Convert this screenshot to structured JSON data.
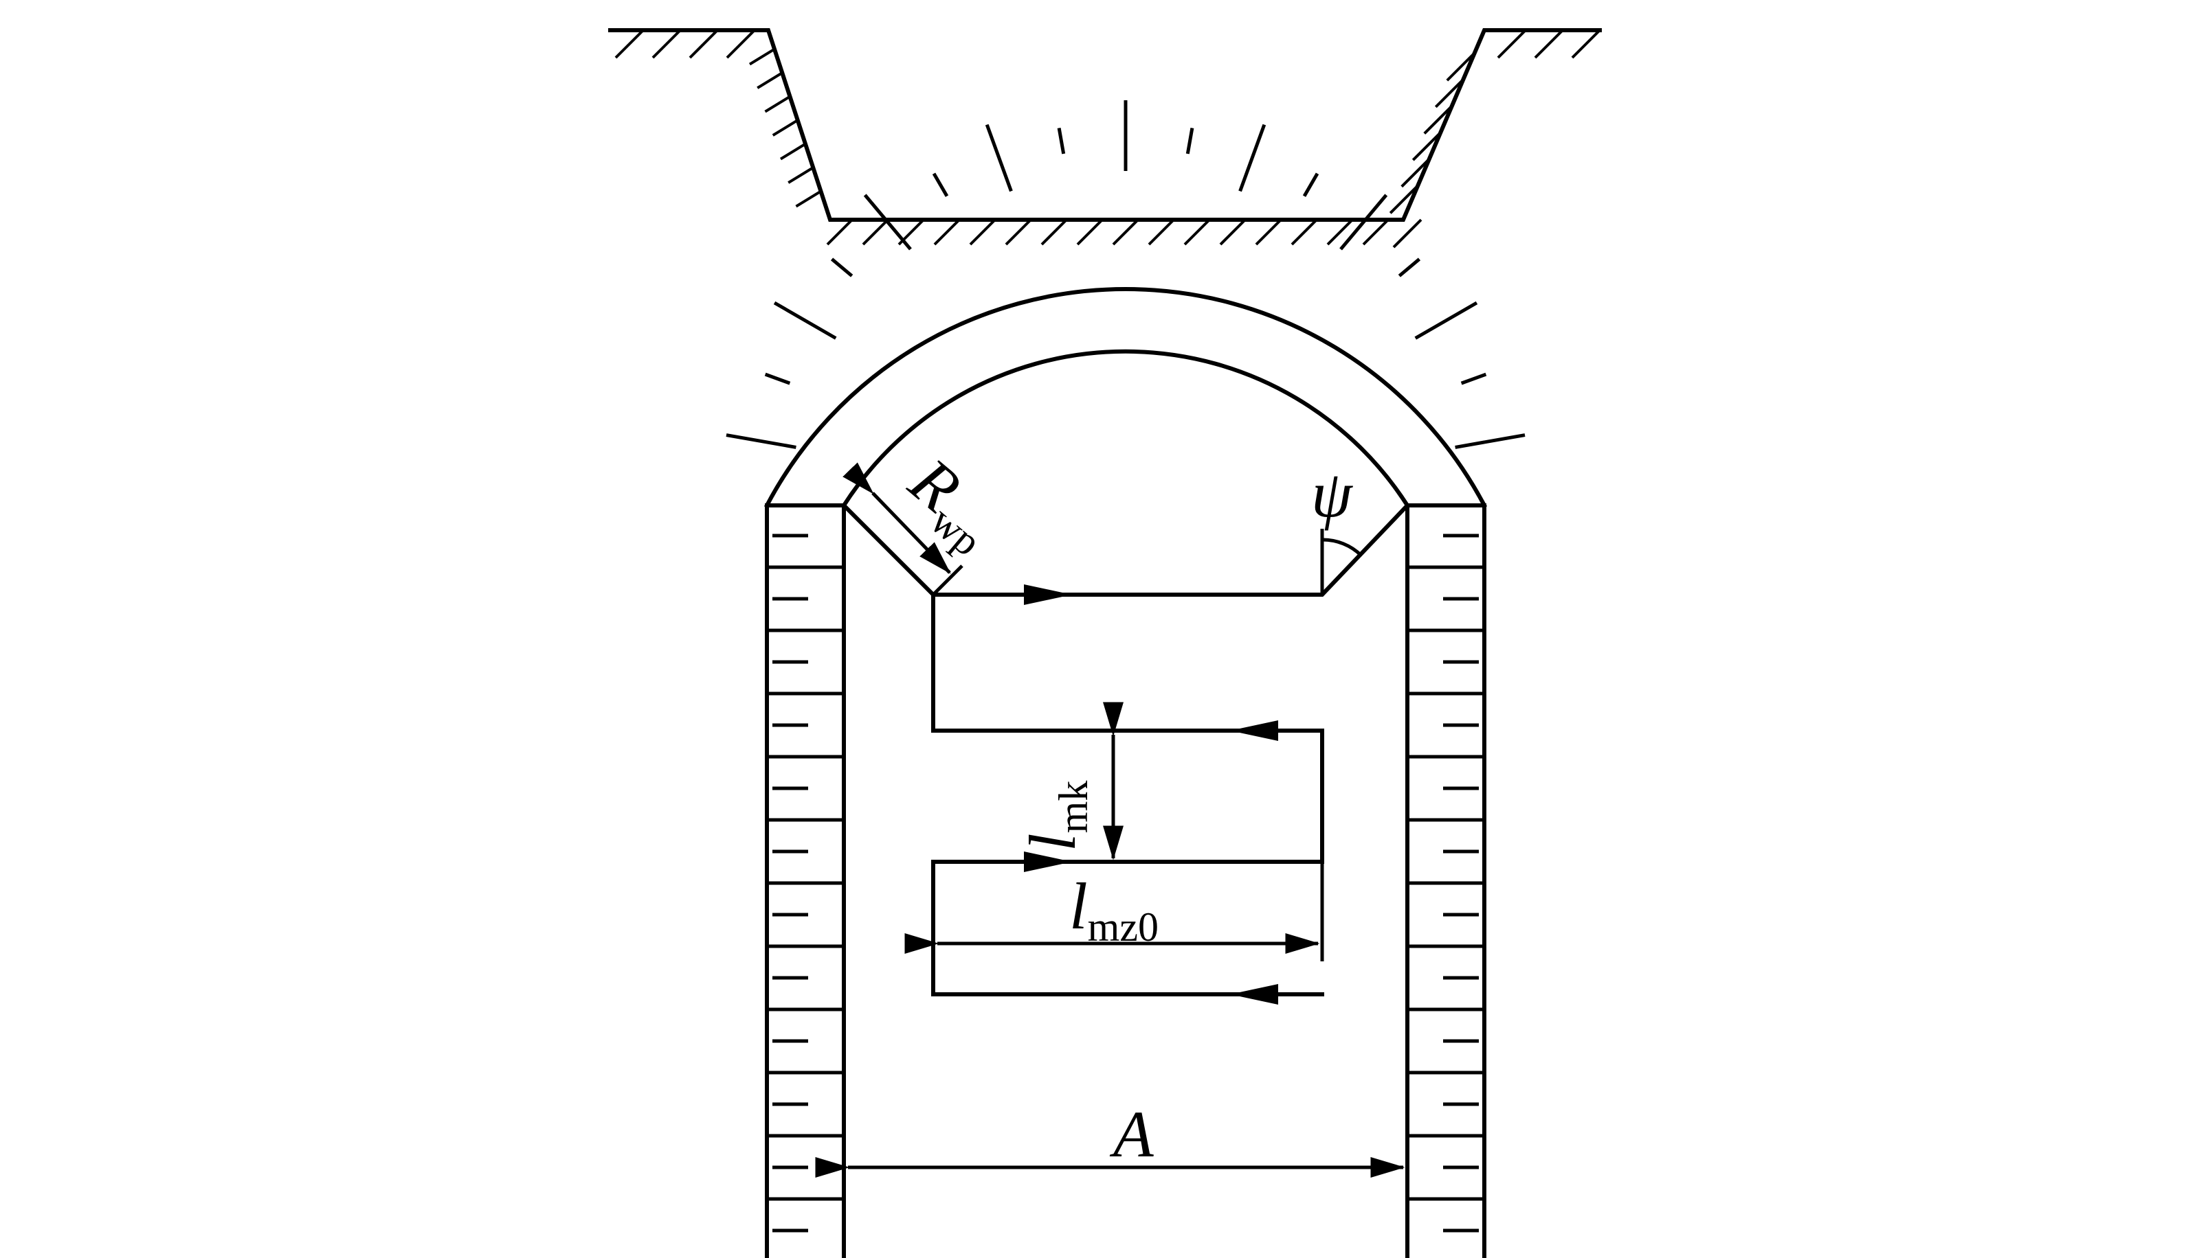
{
  "labels": {
    "radius": {
      "main": "R",
      "sub": "wp"
    },
    "angle": "ψ",
    "row_spacing": {
      "main": "l",
      "sub": "mk"
    },
    "row_length": {
      "main": "l",
      "sub": "mz0"
    },
    "width": "A"
  },
  "colors": {
    "line": "#000000",
    "background": "#ffffff"
  },
  "marks": {
    "ground_hatch": "ground-hatch",
    "wall_joints": "masonry-joint",
    "flow_arrows": "arrowhead"
  }
}
